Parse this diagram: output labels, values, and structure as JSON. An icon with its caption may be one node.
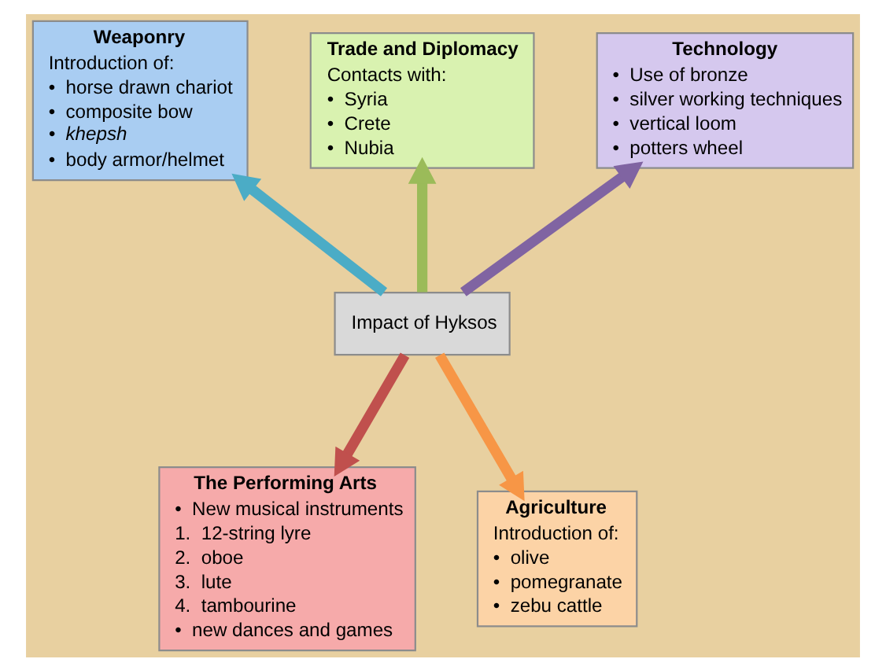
{
  "diagram": {
    "nodes": [
      {
        "text": [
          "Weaponry",
          "Introduction of:",
          "•  horse drawn chariot",
          "•  composite bow",
          "•  khepsh",
          "•  body armor/helmet"
        ]
      },
      {
        "text": [
          "Trade and Diplomacy",
          "Contacts with:",
          "•  Syria",
          "•  Crete",
          "•  Nubia"
        ]
      },
      {
        "text": [
          "Technology",
          "•  Use of bronze",
          "•  silver working techniques",
          "•  vertical loom",
          "•  potters wheel"
        ]
      },
      {
        "text": [
          "Impact of Hyksos"
        ]
      },
      {
        "text": [
          "The Performing Arts",
          "•  New musical instruments",
          "1.  12-string lyre",
          "2.  oboe",
          "3.  lute",
          "4.  tambourine",
          "•  new dances and games"
        ]
      },
      {
        "text": [
          "Agriculture",
          "Introduction of:",
          "•  olive",
          "•  pomegranate",
          "•  zebu cattle"
        ]
      }
    ],
    "edges": [
      {
        "from": 3,
        "to": 0,
        "arrow": "to",
        "color": "#4bacc6"
      },
      {
        "from": 3,
        "to": 1,
        "arrow": "to",
        "color": "#9bbb59"
      },
      {
        "from": 3,
        "to": 2,
        "arrow": "to",
        "color": "#8064a2"
      },
      {
        "from": 3,
        "to": 4,
        "arrow": "to",
        "color": "#c0504d"
      },
      {
        "from": 3,
        "to": 5,
        "arrow": "to",
        "color": "#f79646"
      }
    ]
  }
}
